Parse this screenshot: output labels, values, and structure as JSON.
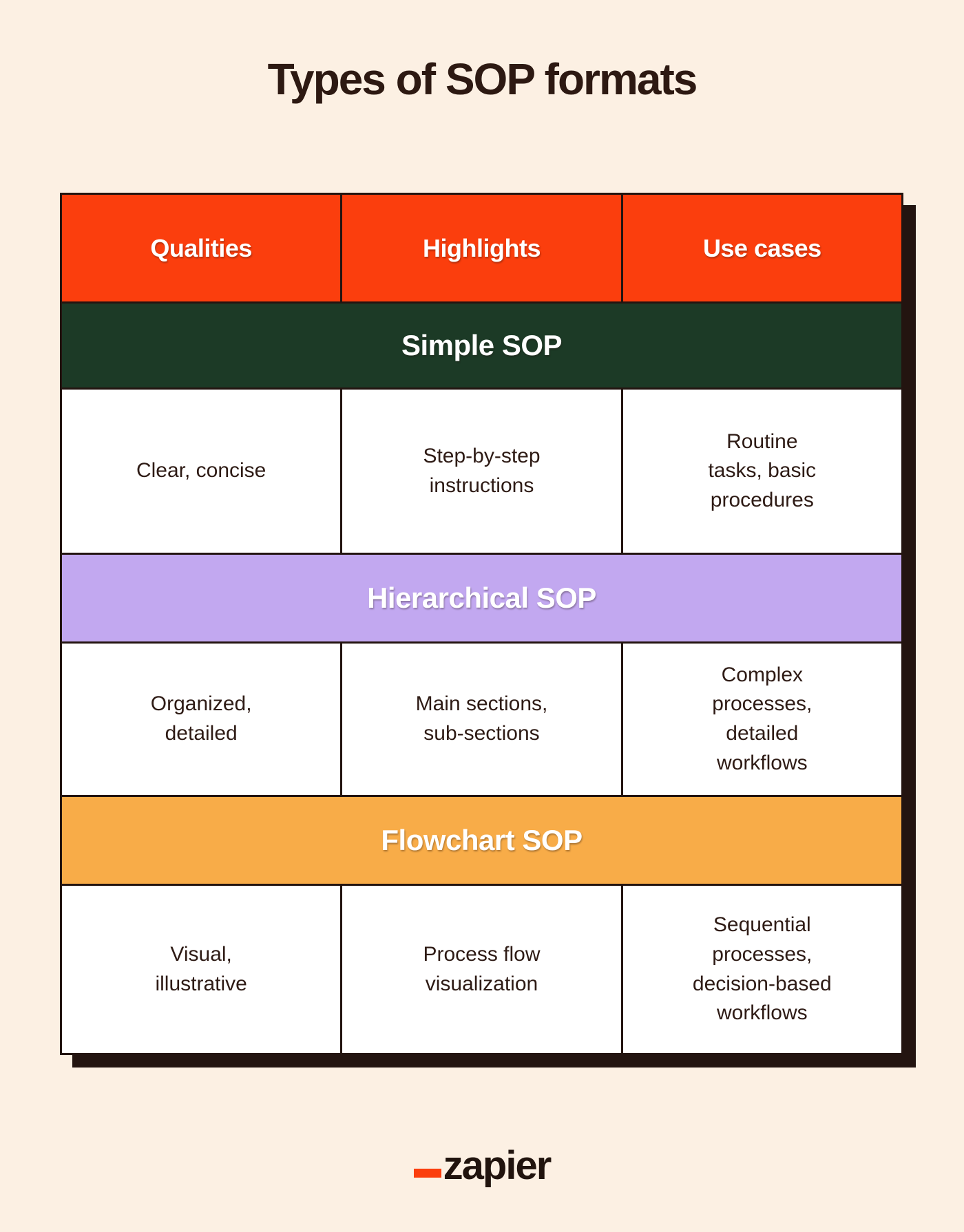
{
  "title": "Types of SOP formats",
  "chart_data": {
    "type": "table",
    "title": "Types of SOP formats",
    "columns": [
      "Qualities",
      "Highlights",
      "Use cases"
    ],
    "sections": [
      {
        "name": "Simple SOP",
        "rows": [
          [
            "Clear, concise",
            "Step-by-step instructions",
            "Routine tasks, basic procedures"
          ]
        ]
      },
      {
        "name": "Hierarchical SOP",
        "rows": [
          [
            "Organized, detailed",
            "Main sections, sub-sections",
            "Complex processes, detailed workflows"
          ]
        ]
      },
      {
        "name": "Flowchart SOP",
        "rows": [
          [
            "Visual, illustrative",
            "Process flow visualization",
            "Sequential processes, decision-based workflows"
          ]
        ]
      }
    ]
  },
  "display": {
    "sections": [
      {
        "label": "Simple SOP",
        "cells": [
          "Clear, concise",
          "Step-by-step\ninstructions",
          "Routine\ntasks, basic\nprocedures"
        ]
      },
      {
        "label": "Hierarchical SOP",
        "cells": [
          "Organized,\ndetailed",
          "Main sections,\nsub-sections",
          "Complex\nprocesses,\ndetailed\nworkflows"
        ]
      },
      {
        "label": "Flowchart SOP",
        "cells": [
          "Visual,\nillustrative",
          "Process flow\nvisualization",
          "Sequential\nprocesses,\ndecision-based\nworkflows"
        ]
      }
    ]
  },
  "footer": {
    "logo_underscore": "_",
    "logo_text": "zapier"
  },
  "colors": {
    "background": "#FCF0E3",
    "header_orange": "#FB3E0D",
    "simple_green": "#1C3A26",
    "hierarchical_purple": "#C2A8F0",
    "flowchart_amber": "#F8AC48",
    "border_shadow": "#231410",
    "text_dark": "#2E1B15",
    "band_text": "#FFFFFF",
    "logo_accent": "#FB3E0D"
  }
}
